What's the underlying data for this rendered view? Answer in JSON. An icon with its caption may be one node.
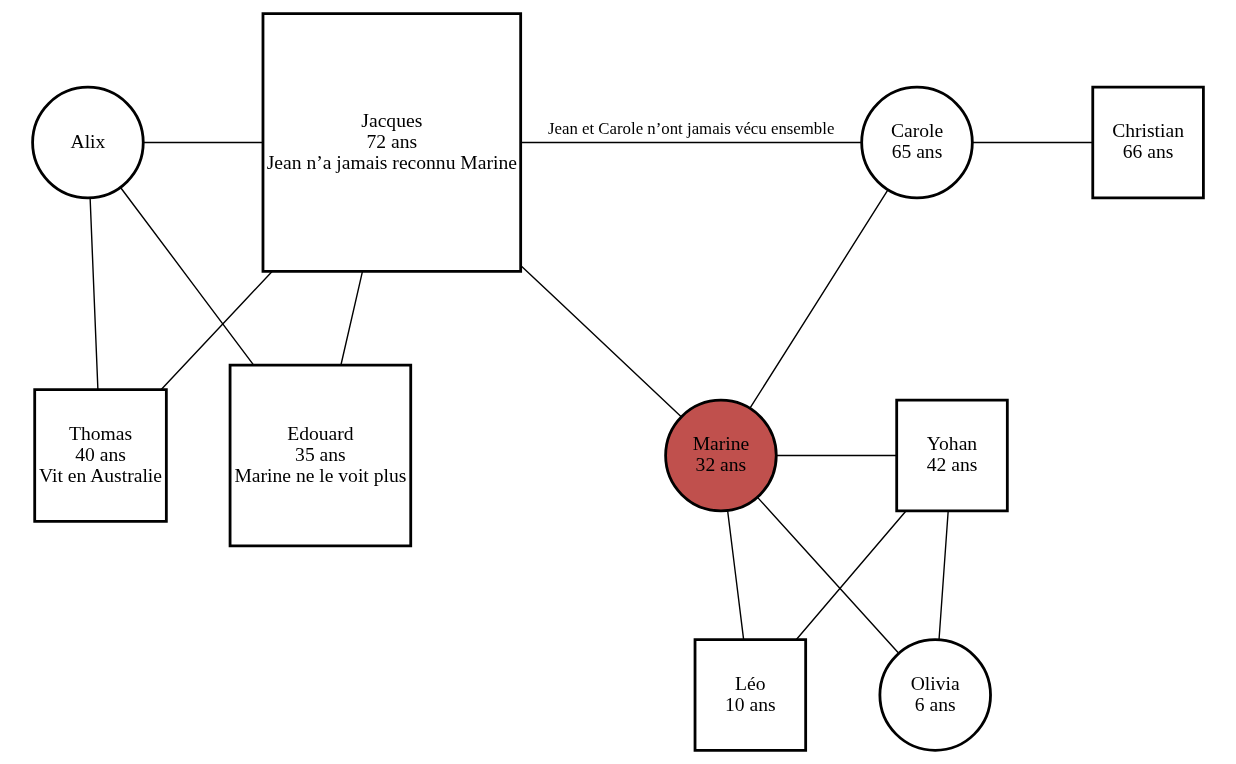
{
  "diagram": {
    "nodes": [
      {
        "text": [
          "Alix"
        ]
      },
      {
        "text": [
          "Jacques",
          "72 ans",
          "Jean n’a jamais reconnu Marine"
        ]
      },
      {
        "text": [
          "Carole",
          "65 ans"
        ]
      },
      {
        "text": [
          "Christian",
          "66 ans"
        ]
      },
      {
        "text": [
          "Thomas",
          "40 ans",
          "Vit en Australie"
        ]
      },
      {
        "text": [
          "Edouard",
          "35 ans",
          "Marine ne le voit plus"
        ]
      },
      {
        "text": [
          "Marine",
          "32 ans"
        ]
      },
      {
        "text": [
          "Yohan",
          "42 ans"
        ]
      },
      {
        "text": [
          "Léo",
          "10 ans"
        ]
      },
      {
        "text": [
          "Olivia",
          "6 ans"
        ]
      }
    ],
    "edges": [
      {
        "from": 0,
        "to": 1,
        "arrow": "none"
      },
      {
        "from": 1,
        "to": 2,
        "arrow": "none",
        "label": "Jean et Carole n’ont jamais vécu ensemble"
      },
      {
        "from": 2,
        "to": 3,
        "arrow": "none"
      },
      {
        "from": 6,
        "to": 7,
        "arrow": "none"
      },
      {
        "from": 0,
        "to": 4,
        "arrow": "none"
      },
      {
        "from": 1,
        "to": 4,
        "arrow": "none"
      },
      {
        "from": 0,
        "to": 5,
        "arrow": "none"
      },
      {
        "from": 1,
        "to": 5,
        "arrow": "none"
      },
      {
        "from": 1,
        "to": 6,
        "arrow": "none"
      },
      {
        "from": 2,
        "to": 6,
        "arrow": "none"
      },
      {
        "from": 6,
        "to": 8,
        "arrow": "none"
      },
      {
        "from": 7,
        "to": 8,
        "arrow": "none"
      },
      {
        "from": 6,
        "to": 9,
        "arrow": "none"
      },
      {
        "from": 7,
        "to": 9,
        "arrow": "none"
      }
    ]
  }
}
